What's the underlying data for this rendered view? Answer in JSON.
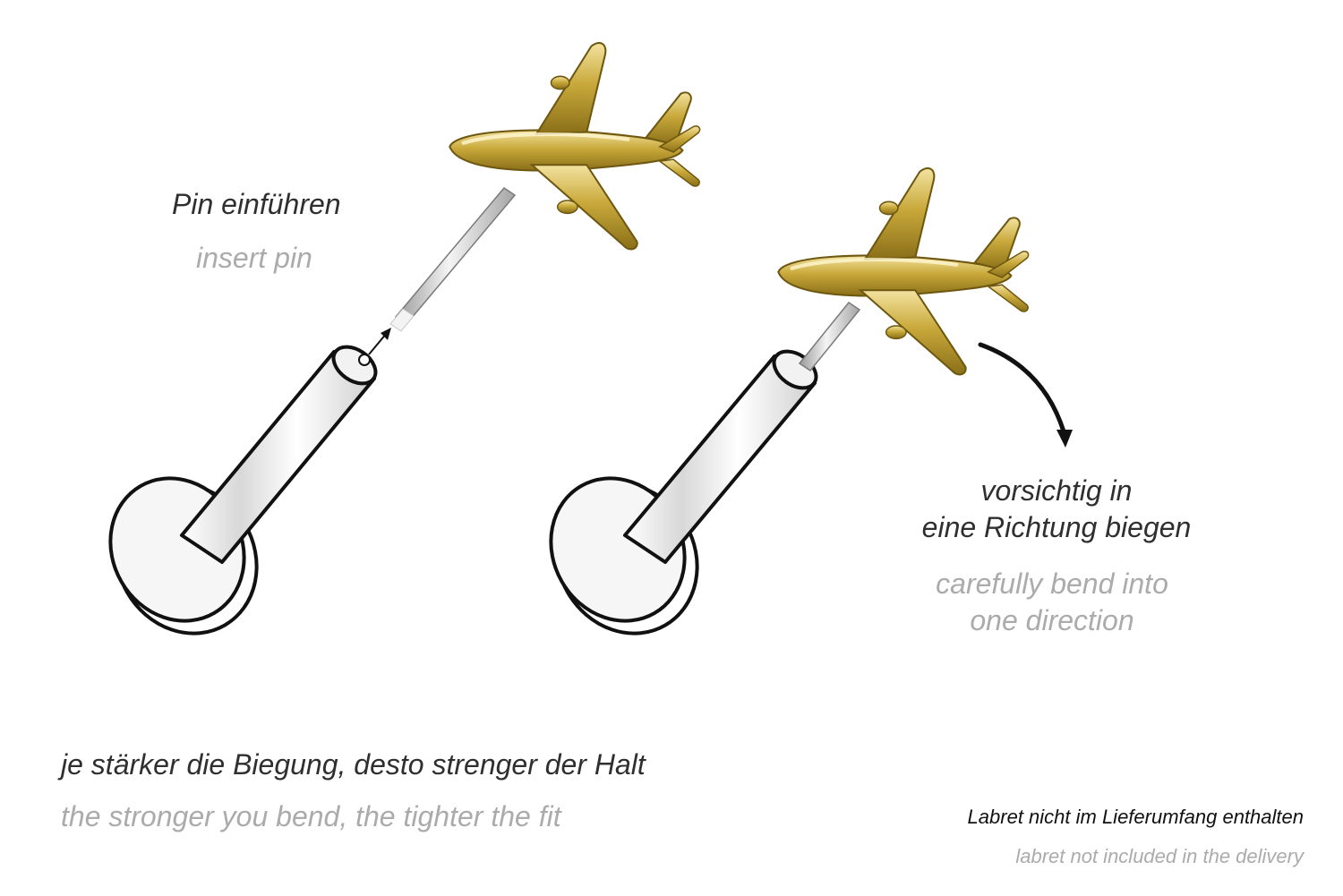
{
  "steps": {
    "insert": {
      "de": "Pin einführen",
      "en": "insert pin"
    },
    "bend": {
      "de_line1": "vorsichtig in",
      "de_line2": "eine Richtung biegen",
      "en_line1": "carefully bend into",
      "en_line2": "one direction"
    }
  },
  "tip": {
    "de": "je stärker die Biegung, desto strenger der Halt",
    "en": "the stronger you bend, the tighter the fit"
  },
  "note": {
    "de": "Labret nicht im Lieferumfang enthalten",
    "en": "labret not included in the delivery"
  },
  "icons": {
    "top": "airplane-icon",
    "base": "labret-icon",
    "motion": "curved-arrow-icon"
  },
  "colors": {
    "gold": "#c9a93b",
    "gold_dark": "#8a6f18",
    "gold_light": "#f3e3a0",
    "outline": "#111111",
    "german_text": "#2f2f2f",
    "english_text": "#ababab"
  }
}
